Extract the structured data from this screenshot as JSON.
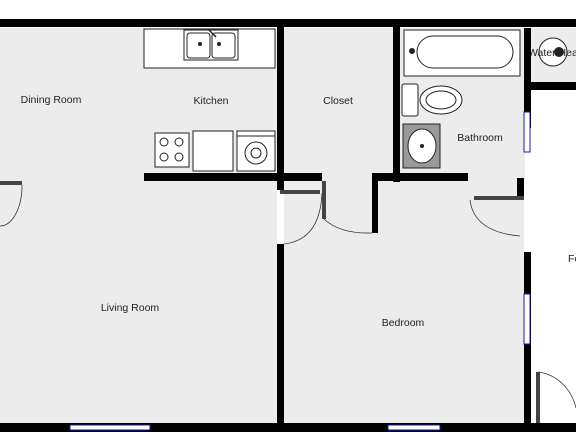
{
  "rooms": {
    "dining_room": "Dining Room",
    "kitchen": "Kitchen",
    "closet": "Closet",
    "bathroom": "Bathroom",
    "living_room": "Living Room",
    "bedroom": "Bedroom",
    "water_heater": "Water Heater",
    "foyer": "Foyer"
  },
  "colors": {
    "wall": "#000000",
    "floor": "#ececec",
    "window": "#1a1aa6",
    "background": "#ffffff"
  },
  "icons": [
    "sink-icon",
    "cooktop-icon",
    "washer-icon",
    "bathtub-icon",
    "toilet-icon",
    "bathroom-sink-icon",
    "water-heater-icon"
  ]
}
